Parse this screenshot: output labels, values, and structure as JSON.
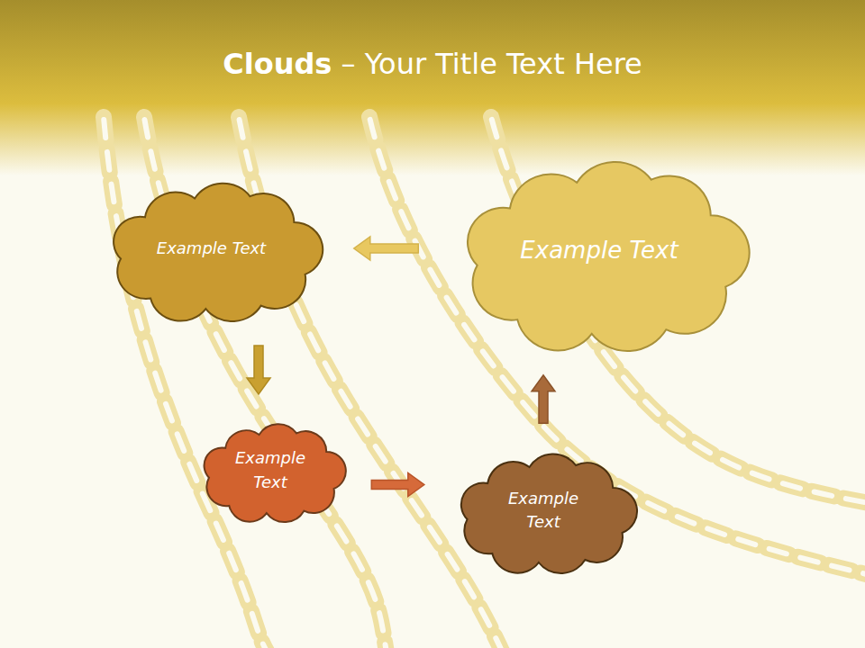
{
  "diagram": {
    "title": "Clouds – Your Title Text Here",
    "nodes": [
      {
        "text": [
          "Example Text"
        ]
      },
      {
        "text": [
          "Example Text"
        ]
      },
      {
        "text": [
          "Example Text"
        ]
      },
      {
        "text": [
          "Example Text"
        ]
      }
    ],
    "edges": [
      {
        "from": 0,
        "to": 2,
        "arrow": "to"
      },
      {
        "from": 2,
        "to": 3,
        "arrow": "to"
      },
      {
        "from": 3,
        "to": 1,
        "arrow": "to"
      },
      {
        "from": 1,
        "to": 0,
        "arrow": "to"
      }
    ]
  }
}
